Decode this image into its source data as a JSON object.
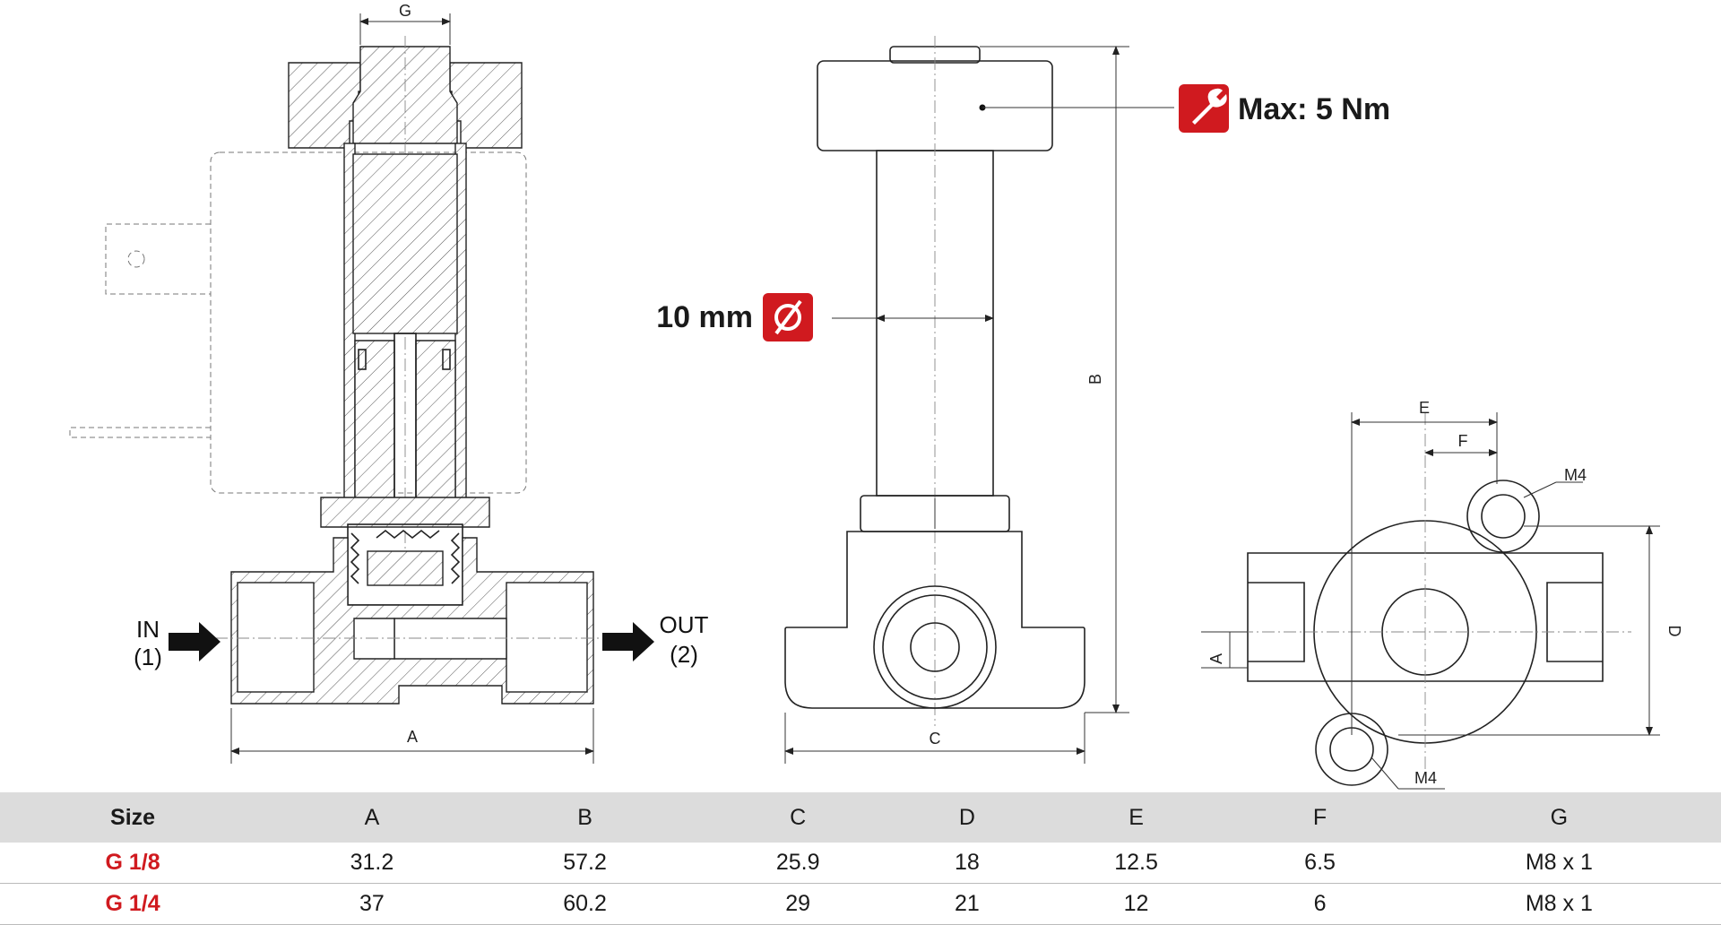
{
  "labels": {
    "g": "G",
    "a": "A",
    "b": "B",
    "c": "C",
    "d": "D",
    "e": "E",
    "f": "F",
    "m4": "M4",
    "in": "IN",
    "in_port": "(1)",
    "out": "OUT",
    "out_port": "(2)"
  },
  "callouts": {
    "torque": "Max: 5 Nm",
    "diameter": "10 mm"
  },
  "icons": {
    "torque": "wrench-icon",
    "diameter": "diameter-icon",
    "arrow": "flow-arrow-icon"
  },
  "colors": {
    "accent": "#d01a1f",
    "header_bg": "#dcdcdc"
  },
  "table": {
    "headers": [
      "Size",
      "A",
      "B",
      "C",
      "D",
      "E",
      "F",
      "G"
    ],
    "rows": [
      [
        "G 1/8",
        "31.2",
        "57.2",
        "25.9",
        "18",
        "12.5",
        "6.5",
        "M8 x 1"
      ],
      [
        "G 1/4",
        "37",
        "60.2",
        "29",
        "21",
        "12",
        "6",
        "M8 x 1"
      ]
    ]
  }
}
